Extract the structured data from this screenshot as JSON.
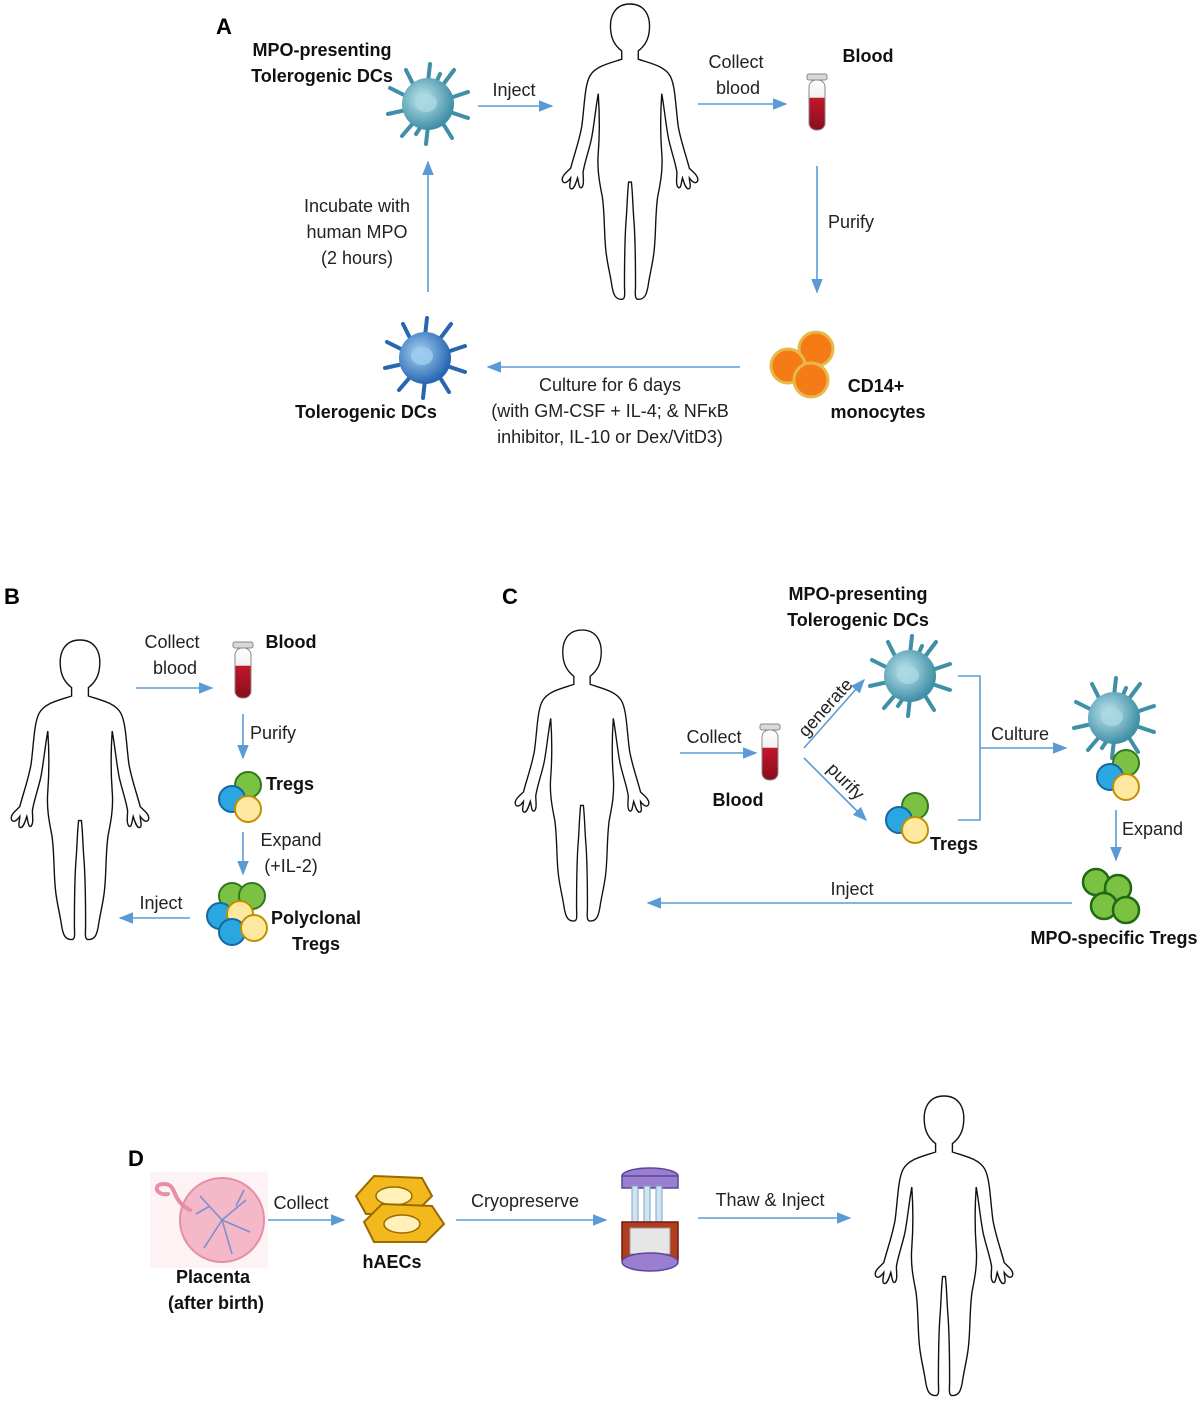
{
  "colors": {
    "arrow": "#5b9bd5",
    "tolerogenic_dc": "#4a9fb5",
    "mpo_dc": "#5aa6ae",
    "blood": "#c0182b",
    "monocyte": "#f47b16",
    "treg_green": "#7cc242",
    "treg_blue": "#2aa7e0",
    "treg_yellow": "#ffe9a0",
    "haec": "#f3b81e",
    "placenta": "#f4b8c8",
    "cryo": "#9a7fd1"
  },
  "panels": {
    "a": {
      "letter": "A",
      "mpo_dc_label": [
        "MPO-presenting",
        "Tolerogenic DCs"
      ],
      "inject": "Inject",
      "collect_blood": [
        "Collect",
        "blood"
      ],
      "blood": "Blood",
      "purify": "Purify",
      "cd14": [
        "CD14+",
        "monocytes"
      ],
      "culture": [
        "Culture for 6 days",
        "(with GM-CSF + IL-4; & NFκB",
        "inhibitor, IL-10 or Dex/VitD3)"
      ],
      "tol_dc": "Tolerogenic DCs",
      "incubate": [
        "Incubate with",
        "human MPO",
        "(2 hours)"
      ]
    },
    "b": {
      "letter": "B",
      "collect_blood": [
        "Collect",
        "blood"
      ],
      "blood": "Blood",
      "purify": "Purify",
      "tregs": "Tregs",
      "expand": [
        "Expand",
        "(+IL-2)"
      ],
      "inject": "Inject",
      "polyclonal": [
        "Polyclonal",
        "Tregs"
      ]
    },
    "c": {
      "letter": "C",
      "mpo_dc_label": [
        "MPO-presenting",
        "Tolerogenic DCs"
      ],
      "collect": "Collect",
      "blood": "Blood",
      "generate": "generate",
      "purify": "purify",
      "tregs": "Tregs",
      "culture": "Culture",
      "expand": "Expand",
      "inject": "Inject",
      "mpo_tregs": "MPO-specific Tregs"
    },
    "d": {
      "letter": "D",
      "collect": "Collect",
      "haecs": "hAECs",
      "cryo": "Cryopreserve",
      "thaw": "Thaw & Inject",
      "placenta": [
        "Placenta",
        "(after birth)"
      ]
    }
  }
}
